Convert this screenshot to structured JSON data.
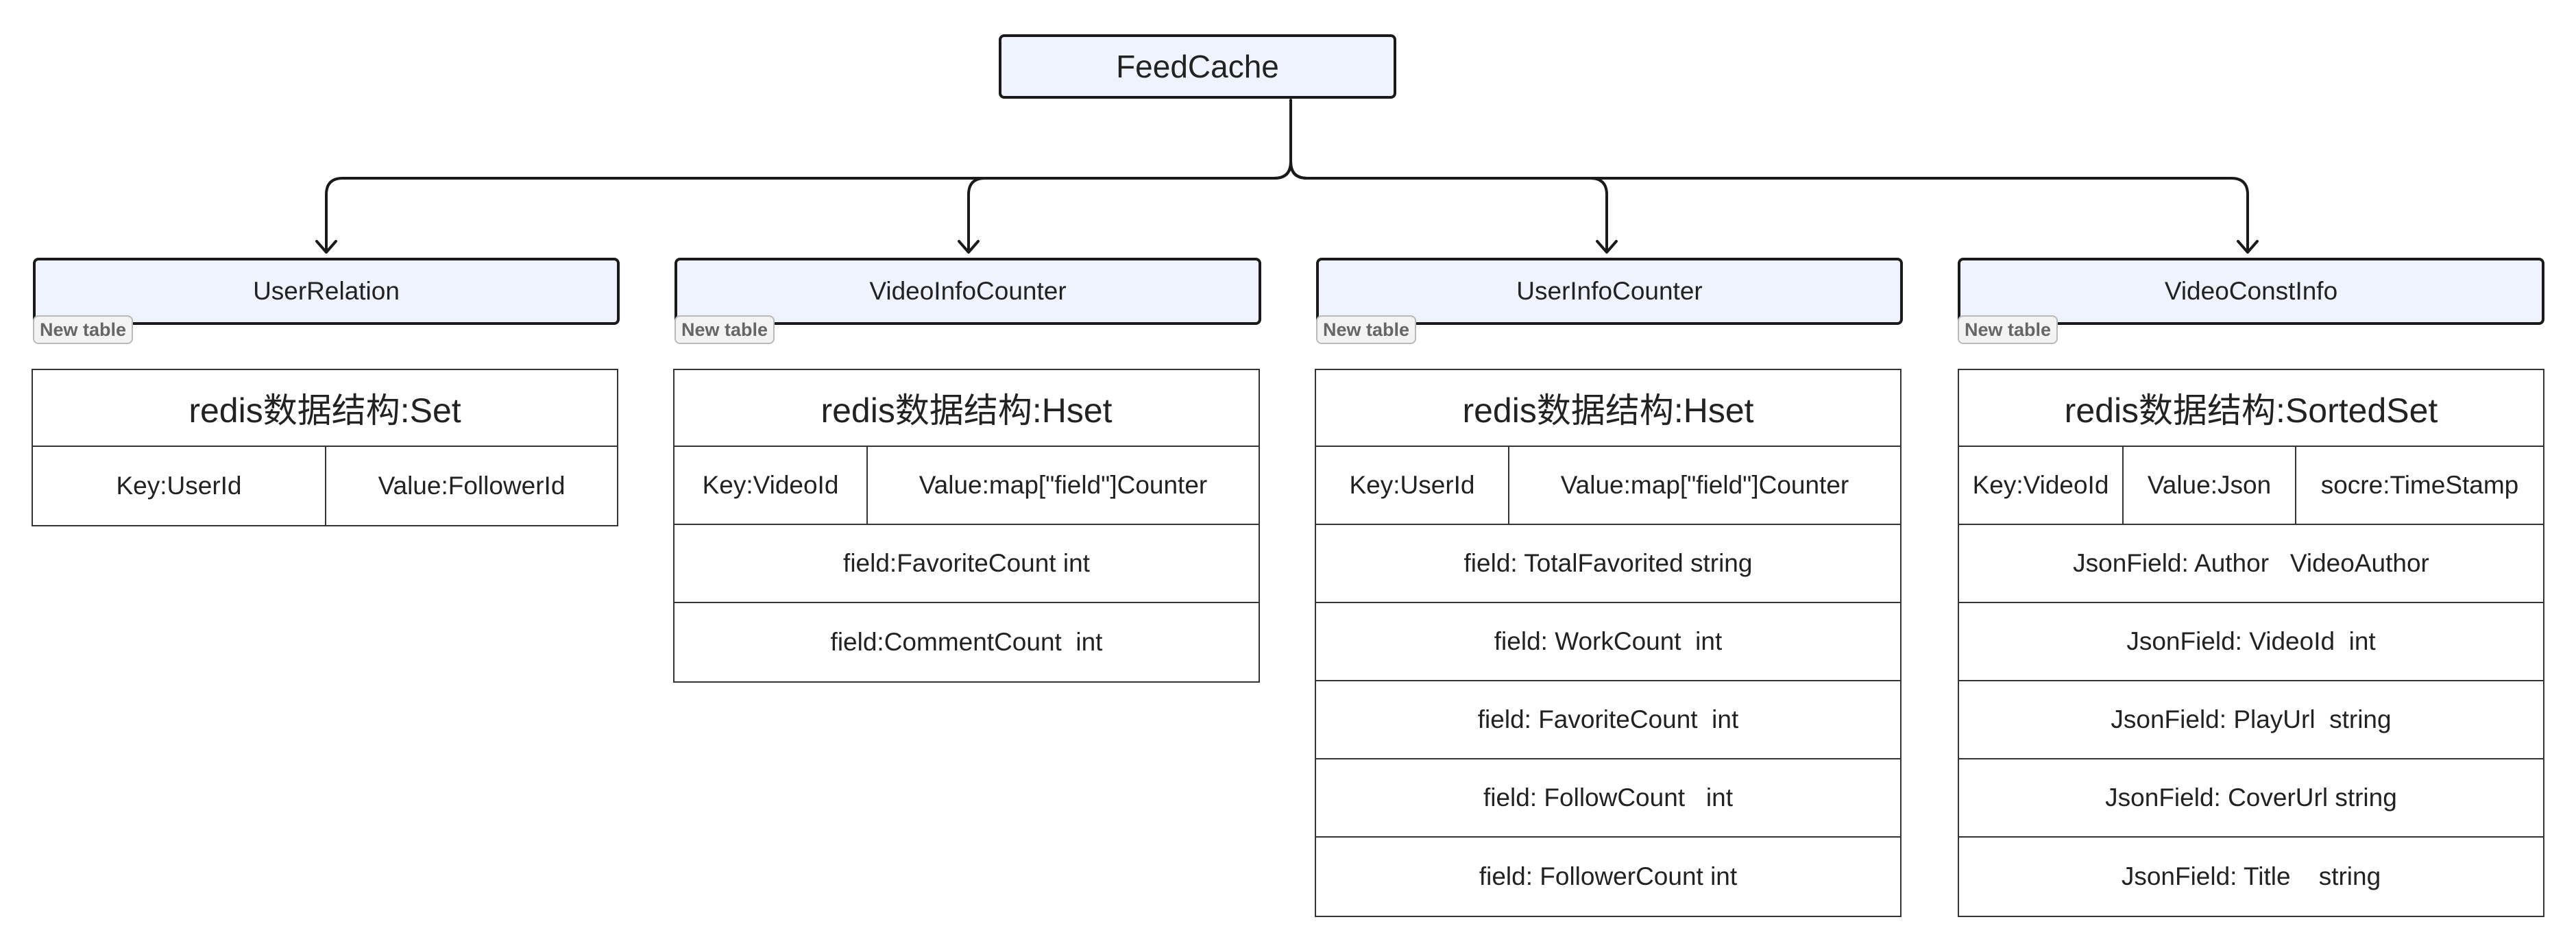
{
  "root": {
    "title": "FeedCache"
  },
  "entities": [
    {
      "name": "UserRelation",
      "badge": "New table",
      "table": {
        "title": "redis数据结构:Set",
        "keys": [
          "Key:UserId",
          "Value:FollowerId"
        ],
        "fields": []
      }
    },
    {
      "name": "VideoInfoCounter",
      "badge": "New table",
      "table": {
        "title": "redis数据结构:Hset",
        "keys": [
          "Key:VideoId",
          "Value:map[\"field\"]Counter"
        ],
        "fields": [
          "field:FavoriteCount int",
          "field:CommentCount  int"
        ]
      }
    },
    {
      "name": "UserInfoCounter",
      "badge": "New table",
      "table": {
        "title": "redis数据结构:Hset",
        "keys": [
          "Key:UserId",
          "Value:map[\"field\"]Counter"
        ],
        "fields": [
          "field: TotalFavorited string",
          "field: WorkCount  int",
          "field: FavoriteCount  int",
          "field: FollowCount   int",
          "field: FollowerCount int"
        ]
      }
    },
    {
      "name": "VideoConstInfo",
      "badge": "New table",
      "table": {
        "title": "redis数据结构:SortedSet",
        "keys": [
          "Key:VideoId",
          "Value:Json",
          "socre:TimeStamp"
        ],
        "fields": [
          "JsonField: Author   VideoAuthor",
          "JsonField: VideoId  int",
          "JsonField: PlayUrl  string",
          "JsonField: CoverUrl string",
          "JsonField: Title    string"
        ]
      }
    }
  ]
}
